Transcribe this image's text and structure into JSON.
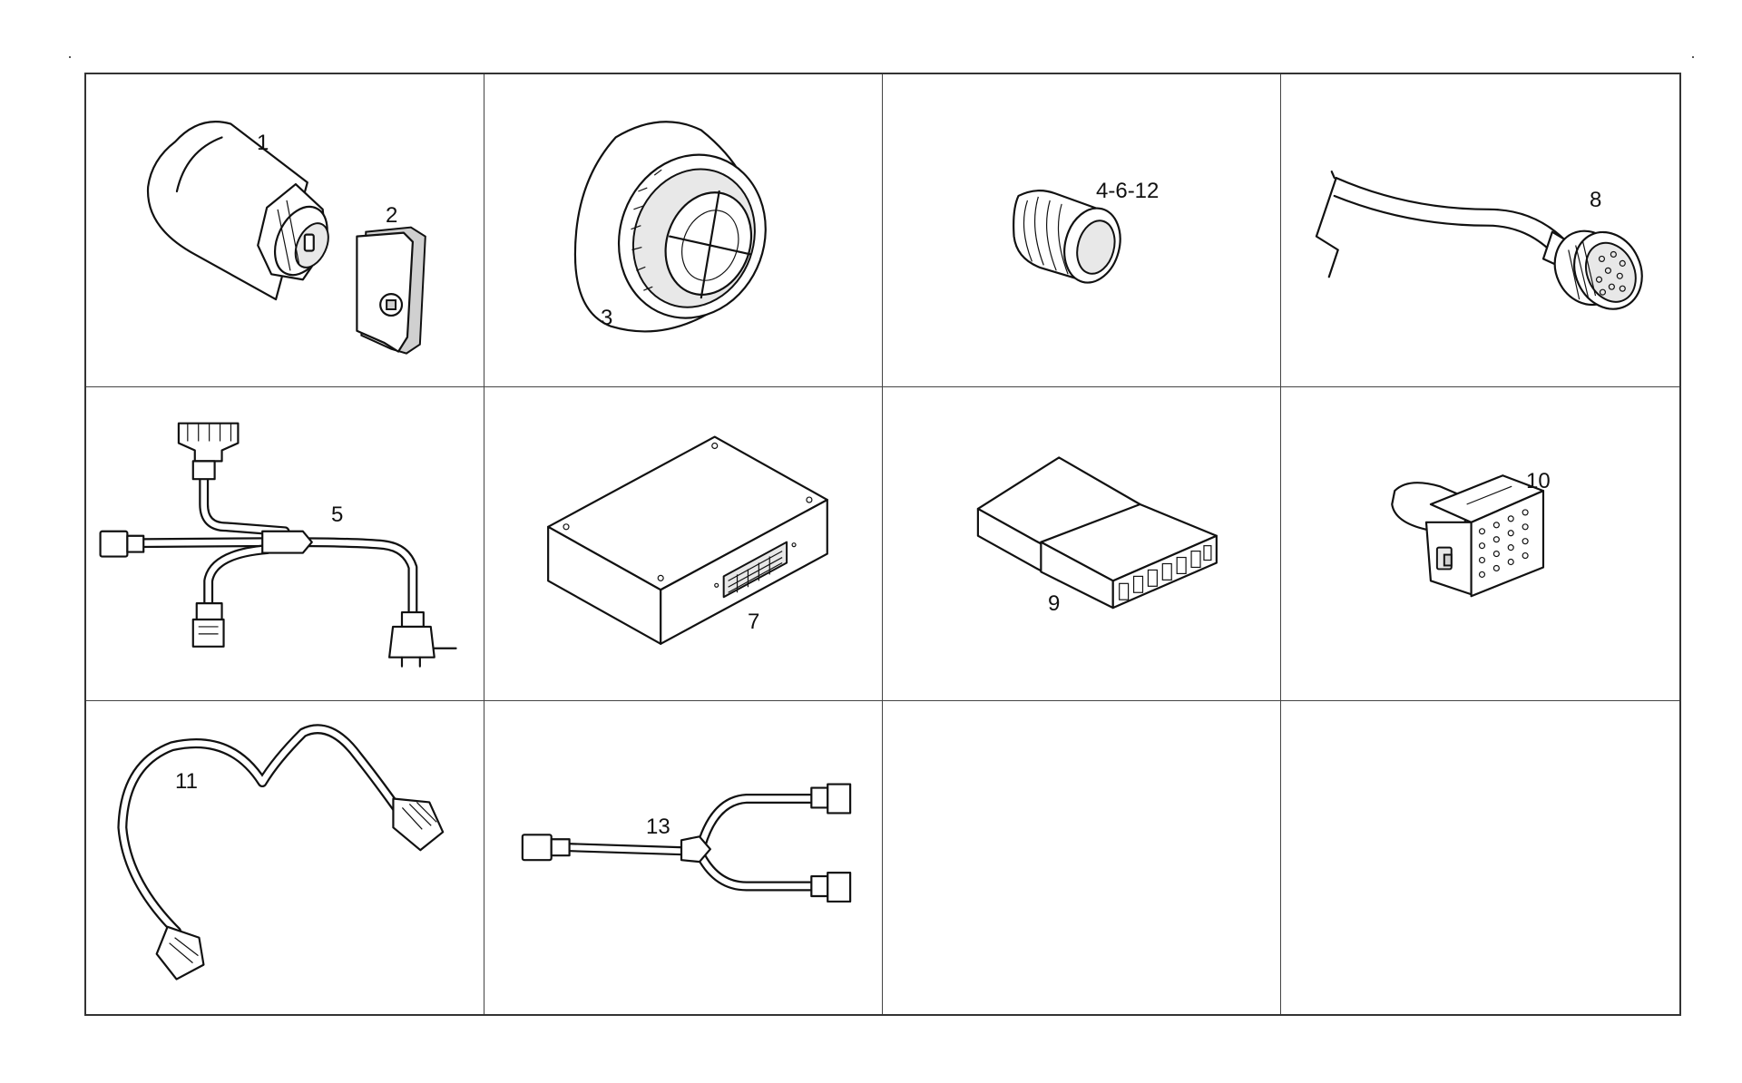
{
  "diagram": {
    "cells": [
      {
        "id": "c1",
        "labels": [
          "1",
          "2"
        ],
        "parts": [
          "cylinder-sensor",
          "key-tag"
        ]
      },
      {
        "id": "c2",
        "labels": [
          "3"
        ],
        "parts": [
          "buzzer"
        ]
      },
      {
        "id": "c3",
        "labels": [
          "4-6-12"
        ],
        "parts": [
          "grommet-plug"
        ]
      },
      {
        "id": "c4",
        "labels": [
          "8"
        ],
        "parts": [
          "round-connector-cable"
        ]
      },
      {
        "id": "c5",
        "labels": [
          "5"
        ],
        "parts": [
          "wiring-harness"
        ]
      },
      {
        "id": "c6",
        "labels": [
          "7"
        ],
        "parts": [
          "control-unit-box"
        ]
      },
      {
        "id": "c7",
        "labels": [
          "9"
        ],
        "parts": [
          "flat-connector"
        ]
      },
      {
        "id": "c8",
        "labels": [
          "10"
        ],
        "parts": [
          "multi-pin-connector"
        ]
      },
      {
        "id": "c9",
        "labels": [
          "11"
        ],
        "parts": [
          "extension-cable"
        ]
      },
      {
        "id": "c10",
        "labels": [
          "13"
        ],
        "parts": [
          "y-splitter-cable"
        ]
      },
      {
        "id": "c11",
        "labels": [],
        "parts": []
      },
      {
        "id": "c12",
        "labels": [],
        "parts": []
      }
    ],
    "label_1": "1",
    "label_2": "2",
    "label_3": "3",
    "label_4": "4-6-12",
    "label_5": "5",
    "label_7": "7",
    "label_8": "8",
    "label_9": "9",
    "label_10": "10",
    "label_11": "11",
    "label_13": "13"
  }
}
